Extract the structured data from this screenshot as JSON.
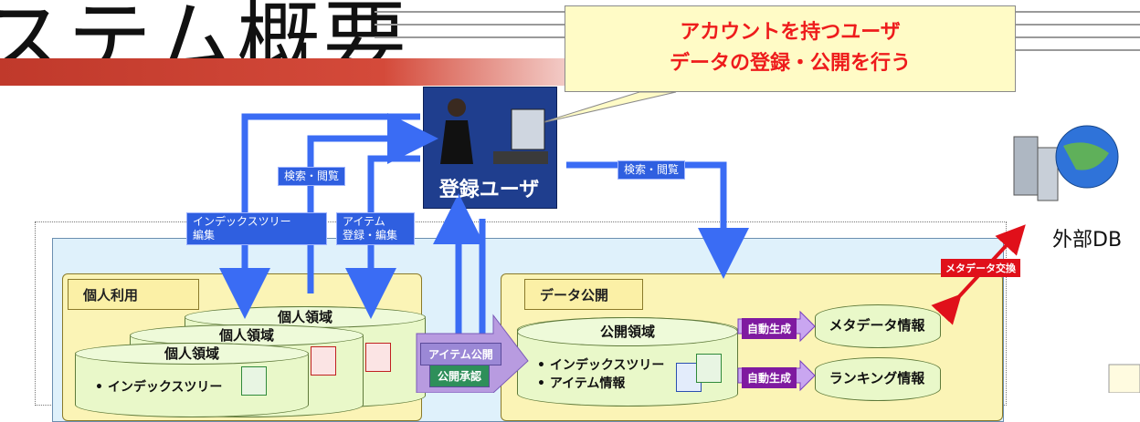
{
  "header": {
    "title": "ステム概要"
  },
  "callout": {
    "line1": "アカウントを持つユーザ",
    "line2": "データの登録・公開を行う"
  },
  "user": {
    "label": "登録ユーザ"
  },
  "labels": {
    "search_left": "検索・閲覧",
    "search_right": "検索・閲覧",
    "index_edit_1": "インデックスツリー",
    "index_edit_2": "編集",
    "item_edit_1": "アイテム",
    "item_edit_2": "登録・編集",
    "meta_exchange": "メタデータ交換",
    "external_db": "外部DB"
  },
  "personal": {
    "tab": "個人利用",
    "area1": "個人領域",
    "area2": "個人領域",
    "area3": "個人領域",
    "bullet1": "• インデックスツリー"
  },
  "public": {
    "tab": "データ公開",
    "area": "公開領域",
    "bullet1": "• インデックスツリー",
    "bullet2": "• アイテム情報",
    "publish_btn": "アイテム公開",
    "approve_btn": "公開承認",
    "auto1": "自動生成",
    "auto2": "自動生成",
    "meta_info": "メタデータ情報",
    "ranking_info": "ランキング情報"
  },
  "colors": {
    "arrow_blue": "#3a6cf4",
    "accent_red": "#e0101a",
    "callout_text": "#ee1c1c"
  }
}
